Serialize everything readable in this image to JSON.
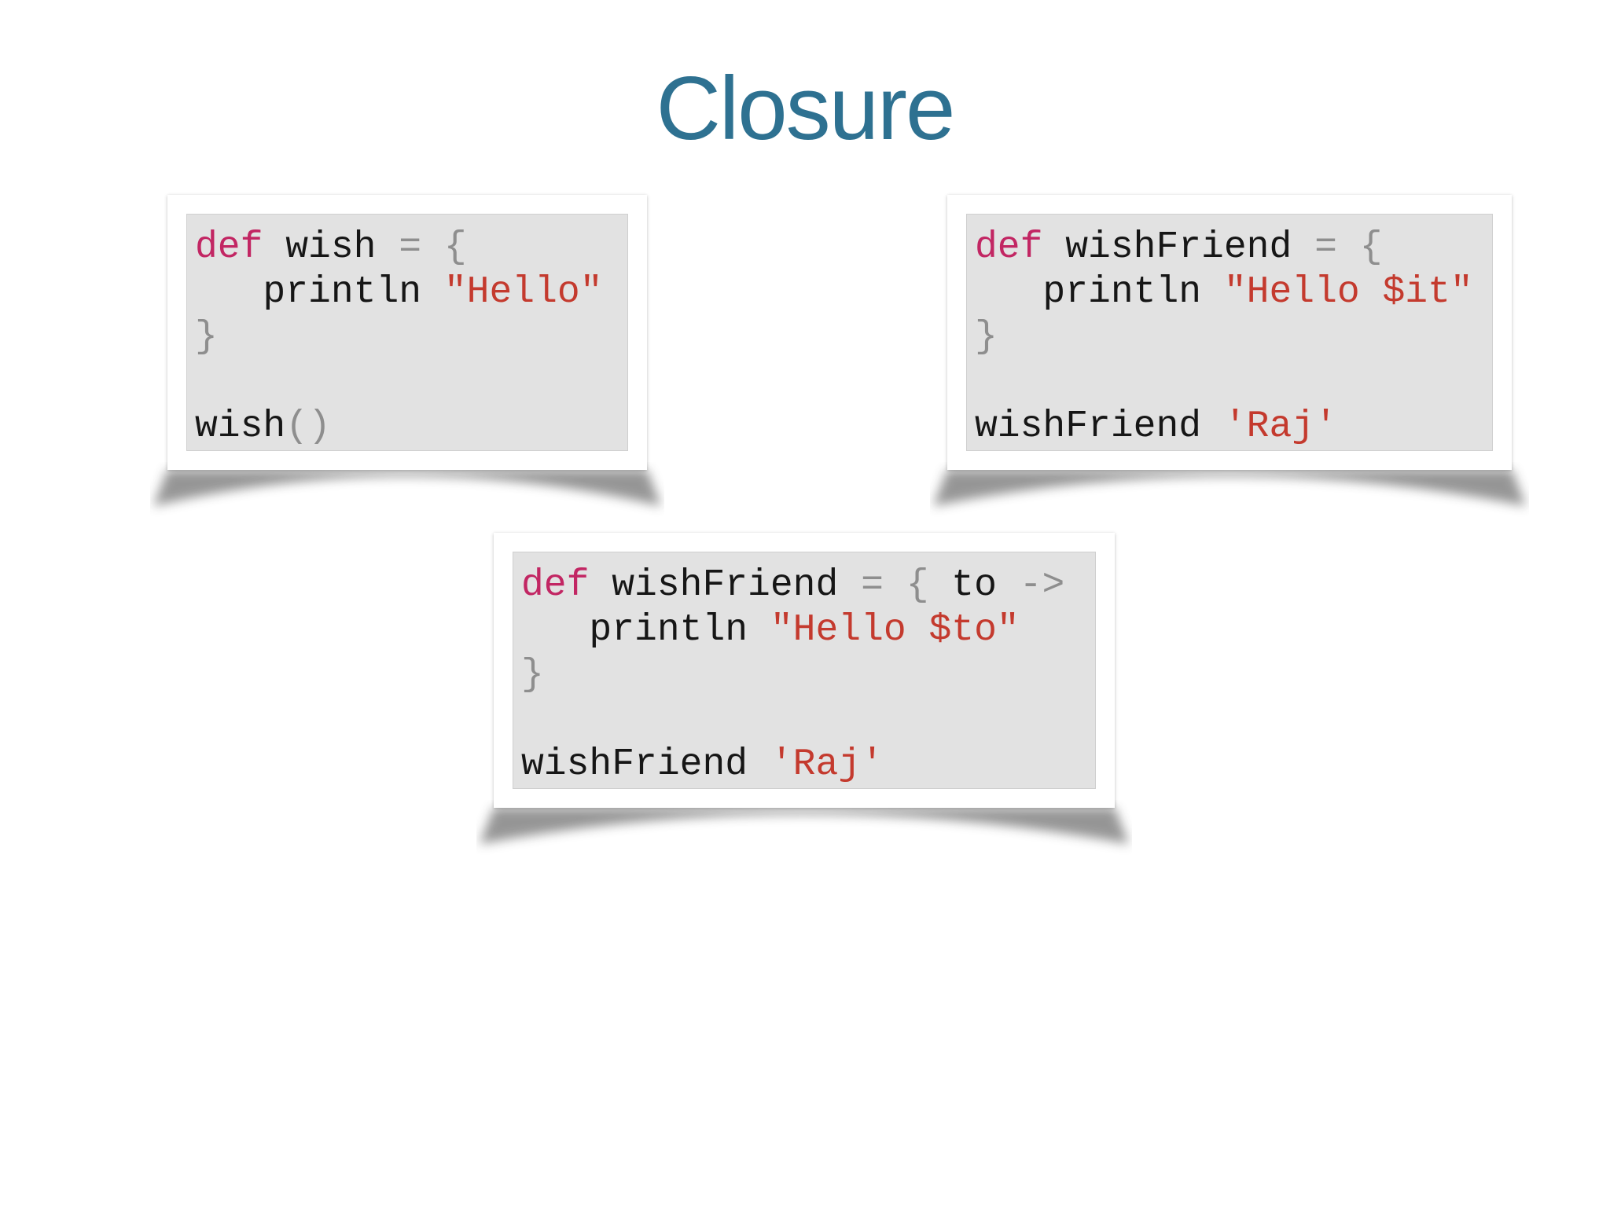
{
  "slide": {
    "title": "Closure"
  },
  "colors": {
    "title": "#2e7191",
    "keyword": "#c22663",
    "string": "#c43a2e",
    "punct": "#8e8e8e",
    "text": "#161616",
    "code_bg": "#e2e2e2",
    "code_border": "#cfcfcf",
    "card_bg": "#ffffff"
  },
  "cards": [
    {
      "id": "wish-closure",
      "lines": [
        [
          {
            "text": "def",
            "type": "keyword"
          },
          {
            "text": " wish ",
            "type": "text"
          },
          {
            "text": "= {",
            "type": "punct"
          }
        ],
        [
          {
            "text": "   println ",
            "type": "text"
          },
          {
            "text": "\"Hello\"",
            "type": "string"
          }
        ],
        [
          {
            "text": "}",
            "type": "punct"
          }
        ],
        [],
        [
          {
            "text": "wish",
            "type": "text"
          },
          {
            "text": "()",
            "type": "punct"
          }
        ]
      ]
    },
    {
      "id": "wishfriend-implicit-it",
      "lines": [
        [
          {
            "text": "def",
            "type": "keyword"
          },
          {
            "text": " wishFriend ",
            "type": "text"
          },
          {
            "text": "= {",
            "type": "punct"
          }
        ],
        [
          {
            "text": "   println ",
            "type": "text"
          },
          {
            "text": "\"Hello $it\"",
            "type": "string"
          }
        ],
        [
          {
            "text": "}",
            "type": "punct"
          }
        ],
        [],
        [
          {
            "text": "wishFriend ",
            "type": "text"
          },
          {
            "text": "'Raj'",
            "type": "string"
          }
        ]
      ]
    },
    {
      "id": "wishfriend-named-param",
      "lines": [
        [
          {
            "text": "def",
            "type": "keyword"
          },
          {
            "text": " wishFriend ",
            "type": "text"
          },
          {
            "text": "= { ",
            "type": "punct"
          },
          {
            "text": "to ",
            "type": "text"
          },
          {
            "text": "->",
            "type": "punct"
          }
        ],
        [
          {
            "text": "   println ",
            "type": "text"
          },
          {
            "text": "\"Hello $to\"",
            "type": "string"
          }
        ],
        [
          {
            "text": "}",
            "type": "punct"
          }
        ],
        [],
        [
          {
            "text": "wishFriend ",
            "type": "text"
          },
          {
            "text": "'Raj'",
            "type": "string"
          }
        ]
      ]
    }
  ]
}
